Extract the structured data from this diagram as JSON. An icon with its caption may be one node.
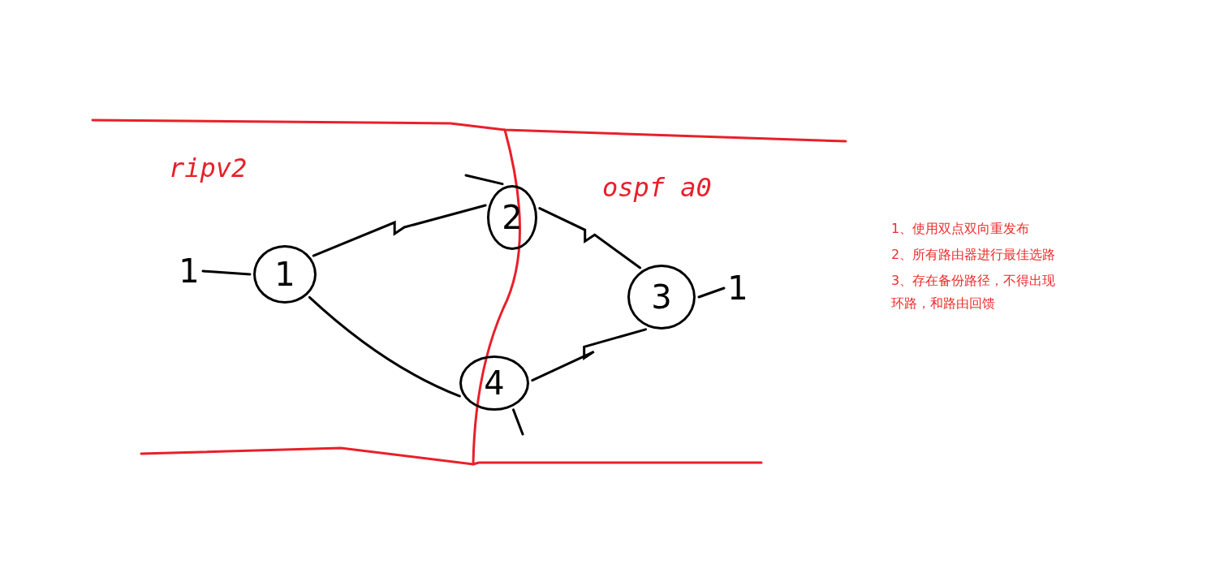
{
  "diagram": {
    "nodes": [
      {
        "text": [
          "1"
        ]
      },
      {
        "text": [
          "1"
        ]
      },
      {
        "text": [
          "2"
        ]
      },
      {
        "text": [
          "4"
        ]
      },
      {
        "text": [
          "3"
        ]
      },
      {
        "text": [
          "1"
        ]
      }
    ],
    "edges": [
      {
        "from": 0,
        "to": 1,
        "arrow": "none"
      },
      {
        "from": 1,
        "to": 2,
        "arrow": "none"
      },
      {
        "from": 2,
        "to": 4,
        "arrow": "none"
      },
      {
        "from": 4,
        "to": 3,
        "arrow": "none"
      },
      {
        "from": 3,
        "to": 1,
        "arrow": "none"
      },
      {
        "from": 4,
        "to": 5,
        "arrow": "none"
      },
      {
        "from": null,
        "to": 2,
        "arrow": "none"
      },
      {
        "from": 3,
        "to": null,
        "arrow": "none"
      }
    ],
    "labels": [
      "ripv2",
      "ospf a0",
      "1、使用双点双向重发布",
      "2、所有路由器进行最佳选路",
      "3、存在备份路径，不得出现环路，和路由回馈"
    ]
  }
}
